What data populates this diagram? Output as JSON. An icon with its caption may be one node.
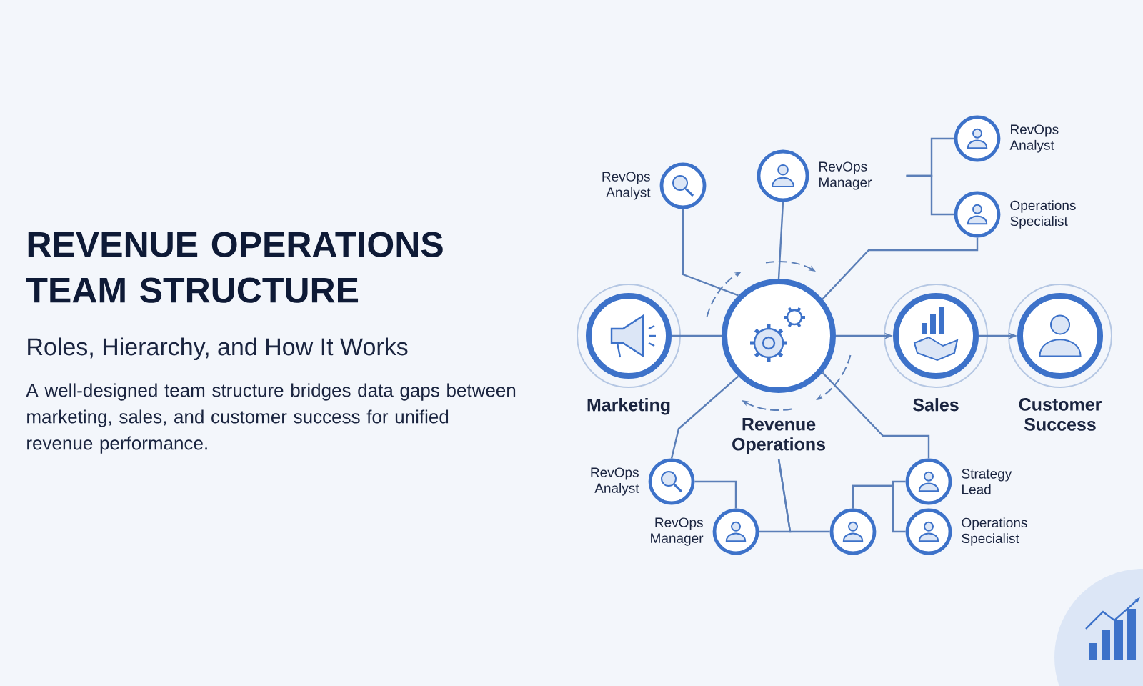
{
  "diagram": {
    "title": "REVENUE OPERATIONS TEAM STRUCTURE",
    "nodes": [
      {
        "text": [
          "Revenue Operations"
        ]
      },
      {
        "text": [
          "Marketing"
        ]
      },
      {
        "text": [
          "Sales"
        ]
      },
      {
        "text": [
          "Customer Success"
        ]
      },
      {
        "text": [
          "RevOps Analyst"
        ]
      },
      {
        "text": [
          "RevOps Manager"
        ]
      },
      {
        "text": [
          "RevOps Analyst"
        ]
      },
      {
        "text": [
          "Operations Specialist"
        ]
      },
      {
        "text": [
          "RevOps Analyst"
        ]
      },
      {
        "text": [
          "RevOps Manager"
        ]
      },
      {
        "text": [],
        "shape": "circle"
      },
      {
        "text": [
          "Strategy Lead"
        ]
      },
      {
        "text": [
          "Operations Specialist"
        ]
      }
    ],
    "edges": [
      {
        "from": 4,
        "to": 0,
        "arrow": "none"
      },
      {
        "from": 5,
        "to": 0,
        "arrow": "none"
      },
      {
        "from": 5,
        "to": 6,
        "arrow": "none"
      },
      {
        "from": 5,
        "to": 7,
        "arrow": "none"
      },
      {
        "from": 7,
        "to": 0,
        "arrow": "none"
      },
      {
        "from": 1,
        "to": 0,
        "arrow": "none"
      },
      {
        "from": 0,
        "to": 2,
        "arrow": "to"
      },
      {
        "from": 2,
        "to": 3,
        "arrow": "to"
      },
      {
        "from": 8,
        "to": 0,
        "arrow": "none"
      },
      {
        "from": 8,
        "to": 9,
        "arrow": "none"
      },
      {
        "from": 0,
        "to": 9,
        "arrow": "none"
      },
      {
        "from": 0,
        "to": 10,
        "arrow": "none"
      },
      {
        "from": 10,
        "to": 11,
        "arrow": "none"
      },
      {
        "from": 10,
        "to": 12,
        "arrow": "none"
      },
      {
        "from": 0,
        "to": 11,
        "arrow": "none"
      }
    ],
    "labels": [
      "Roles, Hierarchy, and How It Works",
      "A well-designed team structure bridges data gaps between marketing, sales, and customer success for unified revenue performance."
    ]
  }
}
